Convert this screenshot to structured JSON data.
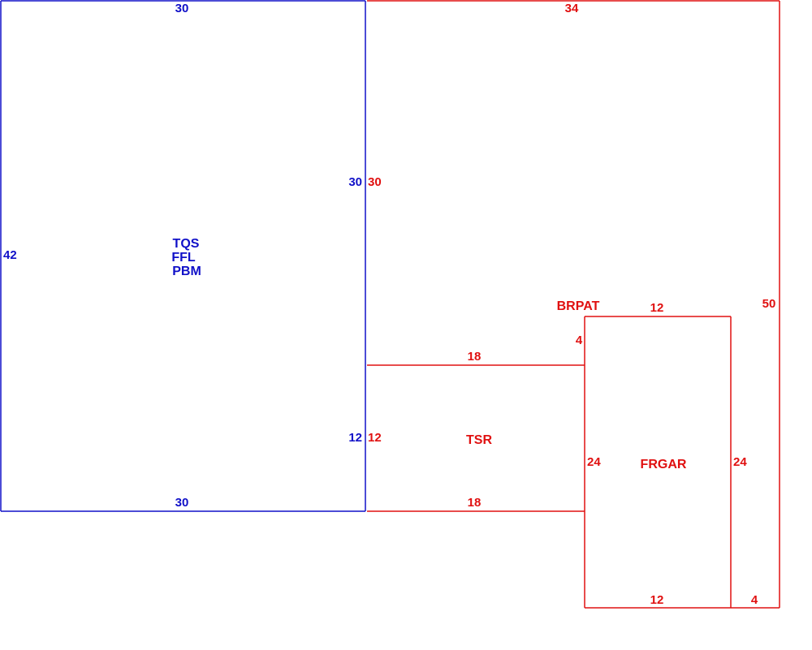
{
  "colors": {
    "blue": "#1010c8",
    "red": "#e01010",
    "background": "#ffffff"
  },
  "blue_area": {
    "labels": [
      "TQS",
      "FFL",
      "PBM"
    ],
    "dims": {
      "top": "30",
      "left": "42",
      "right_upper": "30",
      "right_lower": "12",
      "bottom": "30"
    }
  },
  "red_area": {
    "dims": {
      "top": "34",
      "left_upper": "30",
      "left_lower": "12",
      "right": "50",
      "bottom_right": "4"
    }
  },
  "tsr": {
    "label": "TSR",
    "top": "18",
    "bottom": "18"
  },
  "brpat": {
    "label": "BRPAT",
    "small_dim": "4"
  },
  "frgar": {
    "label": "FRGAR",
    "top": "12",
    "left": "24",
    "right": "24",
    "bottom": "12"
  }
}
